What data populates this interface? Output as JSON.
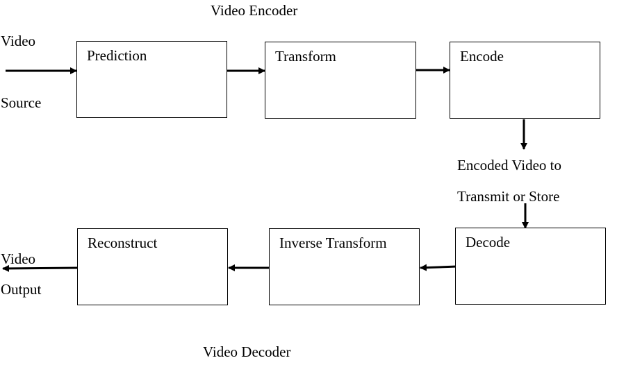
{
  "encoder": {
    "title": "Video Encoder",
    "source_label_line1": "Video",
    "source_label_line2": "Source",
    "blocks": [
      "Prediction",
      "Transform",
      "Encode"
    ]
  },
  "channel": {
    "label_line1": "Encoded Video to",
    "label_line2": "Transmit or Store"
  },
  "decoder": {
    "title": "Video Decoder",
    "output_label_line1": "Video",
    "output_label_line2": "Output",
    "blocks": [
      "Decode",
      "Inverse Transform",
      "Reconstruct"
    ]
  },
  "colors": {
    "line": "#000000",
    "box_border": "#000000",
    "background": "#ffffff"
  }
}
